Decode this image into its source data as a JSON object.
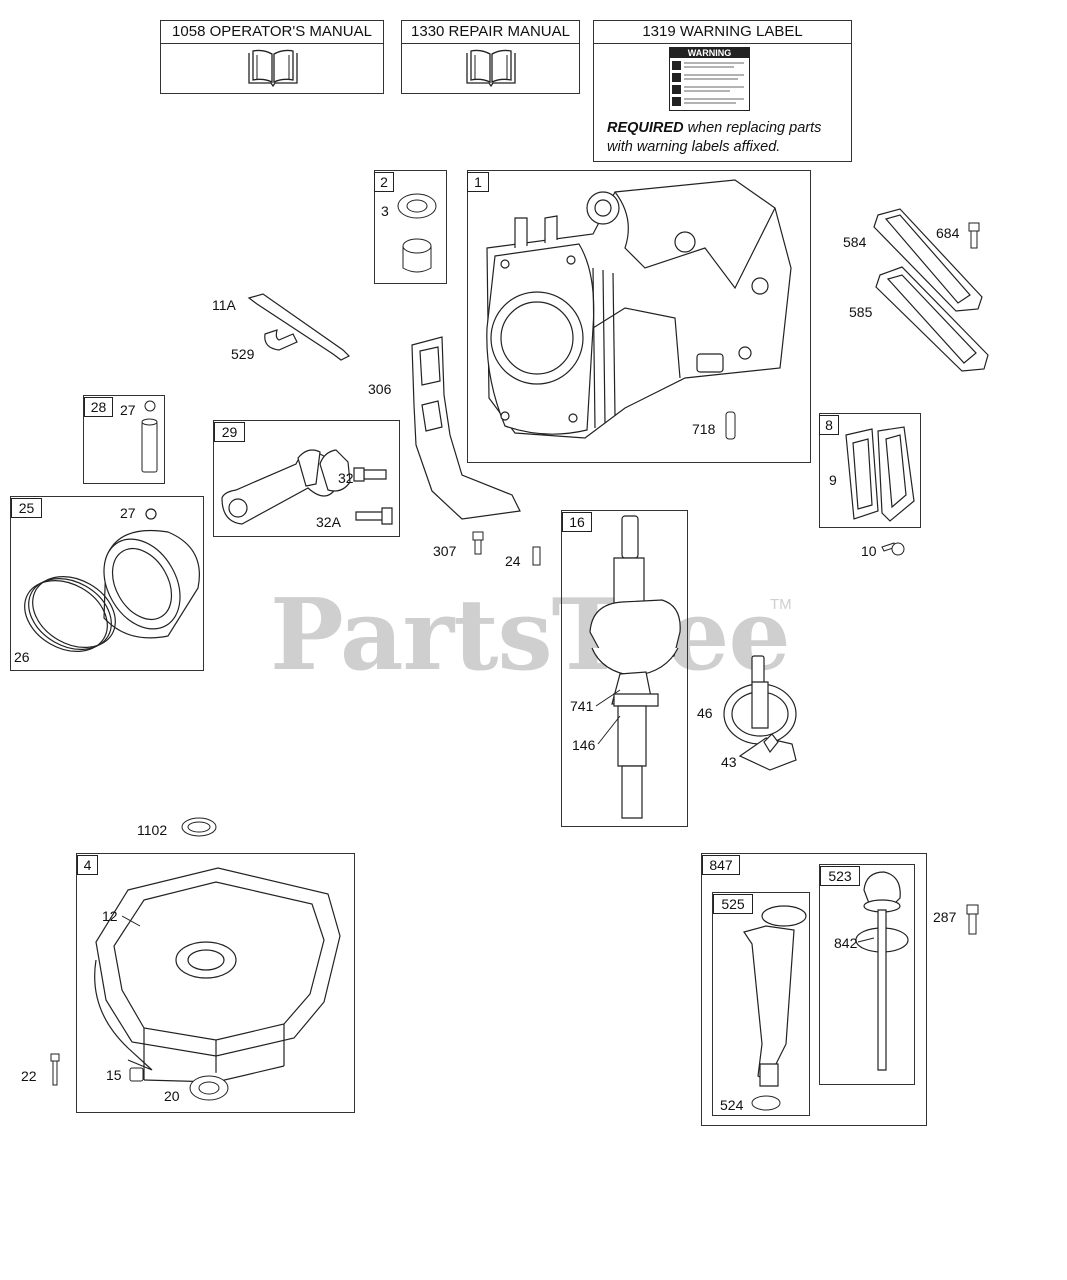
{
  "header_boxes": {
    "operators_manual": "1058 OPERATOR'S MANUAL",
    "repair_manual": "1330 REPAIR MANUAL",
    "warning_label": "1319 WARNING LABEL",
    "warning_sticker_heading": "WARNING",
    "required_bold": "REQUIRED",
    "required_rest_1": " when replacing parts",
    "required_rest_2": "with warning labels affixed."
  },
  "watermark": {
    "text": "PartsTree",
    "tm": "TM"
  },
  "group_tags": {
    "g2": "2",
    "g1": "1",
    "g28": "28",
    "g29": "29",
    "g25": "25",
    "g8": "8",
    "g16": "16",
    "g4": "4",
    "g847": "847",
    "g523": "523",
    "g525": "525"
  },
  "part_labels": {
    "p3": "3",
    "p11A": "11A",
    "p529": "529",
    "p306": "306",
    "p27a": "27",
    "p32": "32",
    "p32A": "32A",
    "p27b": "27",
    "p26": "26",
    "p307": "307",
    "p24": "24",
    "p584": "584",
    "p684": "684",
    "p585": "585",
    "p718": "718",
    "p9": "9",
    "p10": "10",
    "p741": "741",
    "p146": "146",
    "p46": "46",
    "p43": "43",
    "p1102": "1102",
    "p12": "12",
    "p22": "22",
    "p15": "15",
    "p20": "20",
    "p842": "842",
    "p287": "287",
    "p524": "524"
  },
  "icons": [
    "book-icon",
    "warning-sticker-icon"
  ],
  "colors": {
    "line": "#222222",
    "watermark": "#cfcfcf",
    "background": "#ffffff"
  }
}
